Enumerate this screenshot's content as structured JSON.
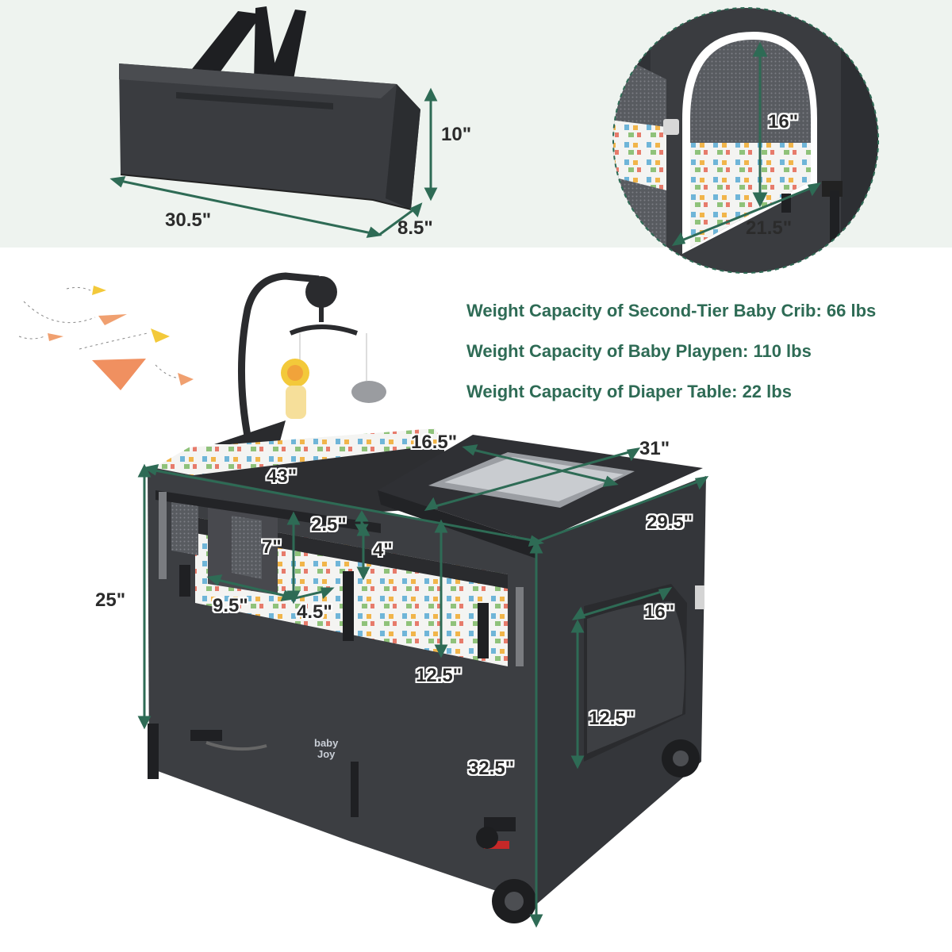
{
  "specs": [
    "Weight Capacity of Second-Tier Baby Crib: 66 lbs",
    "Weight Capacity of Baby Playpen: 110 lbs",
    "Weight Capacity of Diaper Table: 22 lbs"
  ],
  "bag": {
    "length": "30.5\"",
    "width": "8.5\"",
    "height": "10\""
  },
  "door": {
    "height": "16\"",
    "width": "21.5\""
  },
  "crib": {
    "bassinet_length": "43\"",
    "table_width": "16.5\"",
    "table_length": "31\"",
    "crib_width": "29.5\"",
    "side_height": "25\"",
    "total_height": "32.5\"",
    "rail_gap": "2.5\"",
    "organizer_height": "7\"",
    "strap_height": "4\"",
    "organizer_width": "9.5\"",
    "organizer_depth": "4.5\"",
    "bassinet_depth": "12.5\"",
    "pocket_width": "16\"",
    "pocket_height": "12.5\""
  },
  "brand": {
    "line1": "baby",
    "line2": "Joy"
  },
  "colors": {
    "accent": "#2e6b55",
    "fabric": "#3a3c40",
    "band": "#eef3ef"
  }
}
